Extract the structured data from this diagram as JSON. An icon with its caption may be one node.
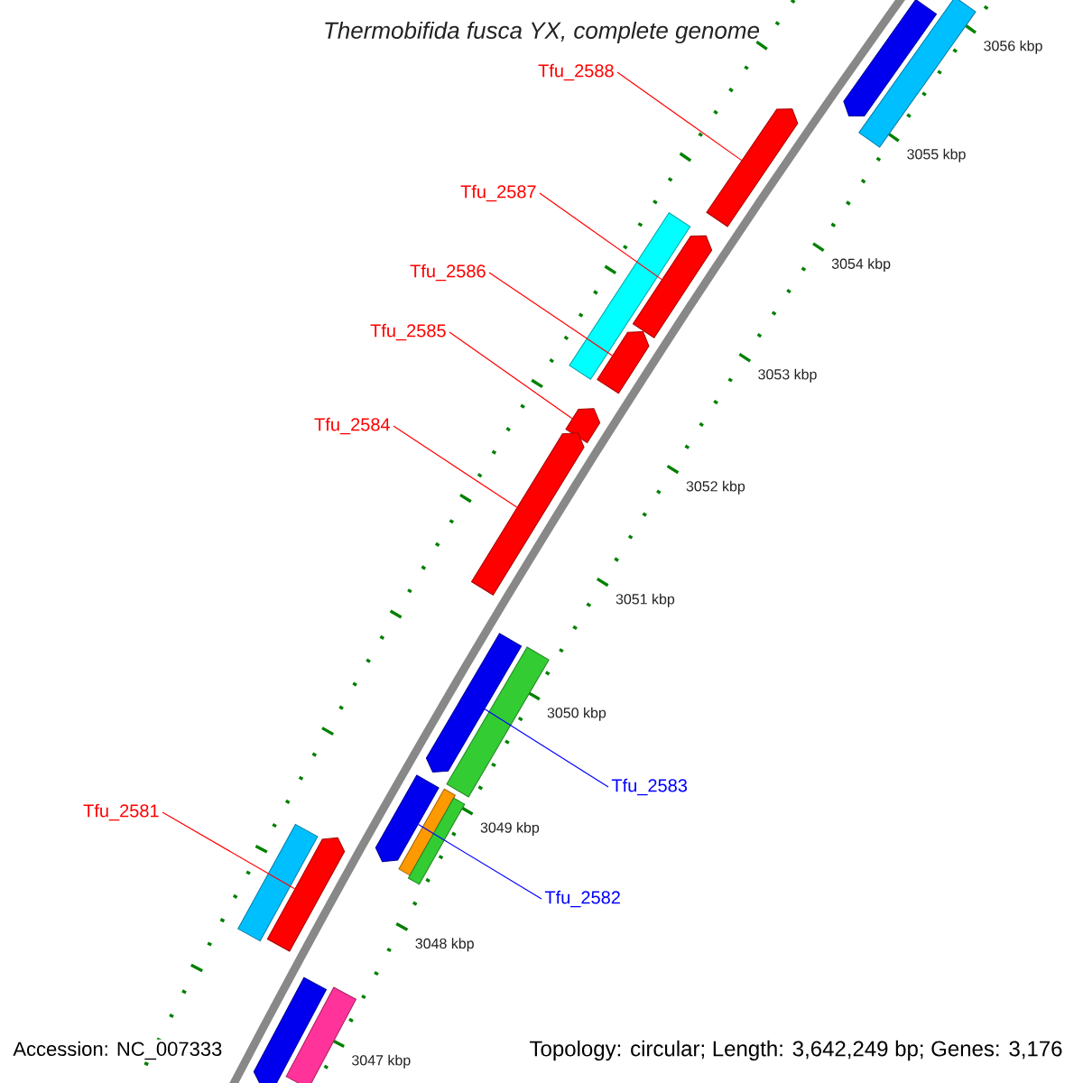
{
  "diagram": {
    "title": "Thermobifida fusca YX, complete genome",
    "nodes": [
      {
        "text": [
          "Tfu_2588"
        ]
      },
      {
        "text": [],
        "shape": "arrow"
      },
      {
        "text": [
          "Tfu_2587"
        ]
      },
      {
        "text": [],
        "shape": "arrow"
      },
      {
        "text": [
          "Tfu_2586"
        ]
      },
      {
        "text": [],
        "shape": "arrow"
      },
      {
        "text": [
          "Tfu_2585"
        ]
      },
      {
        "text": [],
        "shape": "arrow"
      },
      {
        "text": [
          "Tfu_2584"
        ]
      },
      {
        "text": [],
        "shape": "arrow"
      },
      {
        "text": [
          "Tfu_2583"
        ]
      },
      {
        "text": [],
        "shape": "arrow"
      },
      {
        "text": [
          "Tfu_2581"
        ]
      },
      {
        "text": [],
        "shape": "arrow"
      },
      {
        "text": [
          "Tfu_2582"
        ]
      },
      {
        "text": [],
        "shape": "arrow"
      },
      {
        "text": [],
        "shape": "arrow"
      },
      {
        "text": [],
        "shape": "bar"
      },
      {
        "text": [],
        "shape": "bar"
      },
      {
        "text": [],
        "shape": "bar"
      },
      {
        "text": [],
        "shape": "bar"
      },
      {
        "text": [],
        "shape": "bar"
      },
      {
        "text": [],
        "shape": "bar"
      },
      {
        "text": [],
        "shape": "arrow"
      },
      {
        "text": [],
        "shape": "bar"
      }
    ],
    "edges": [
      {
        "from": 0,
        "to": 1,
        "arrow": "none"
      },
      {
        "from": 2,
        "to": 3,
        "arrow": "none"
      },
      {
        "from": 4,
        "to": 5,
        "arrow": "none"
      },
      {
        "from": 6,
        "to": 7,
        "arrow": "none"
      },
      {
        "from": 8,
        "to": 9,
        "arrow": "none"
      },
      {
        "from": 10,
        "to": 11,
        "arrow": "none",
        "color": "#0000ff"
      },
      {
        "from": 12,
        "to": 13,
        "arrow": "none"
      },
      {
        "from": 14,
        "to": 15,
        "arrow": "none",
        "color": "#0000ff"
      }
    ],
    "labels": [
      "3056 kbp",
      "3055 kbp",
      "3054 kbp",
      "3053 kbp",
      "3052 kbp",
      "3051 kbp",
      "3050 kbp",
      "3049 kbp",
      "3048 kbp",
      "3047 kbp",
      "Accession: NC_007333",
      "Topology: circular; Length: 3,642,249 bp; Genes: 3,176"
    ]
  }
}
